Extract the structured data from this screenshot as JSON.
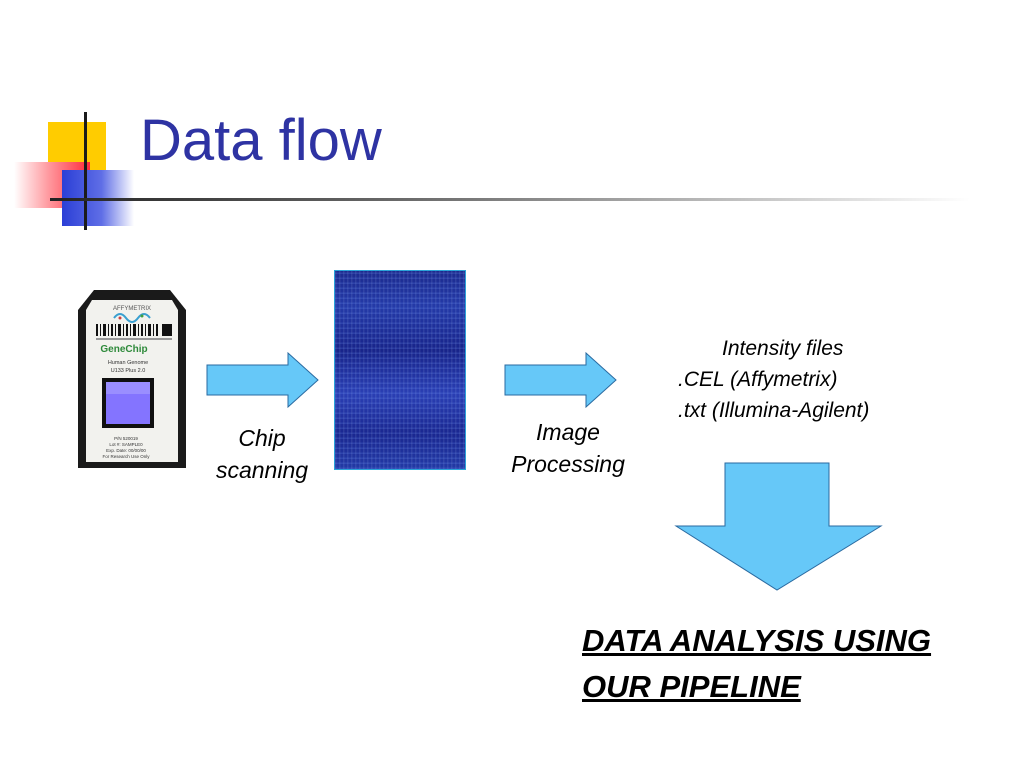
{
  "slide": {
    "title": "Data flow"
  },
  "chip": {
    "brand": "AFFYMETRIX",
    "product": "GeneChip",
    "array_lines": [
      "Human Genome",
      "U133 Plus 2.0"
    ],
    "info_lines": [
      "P/N  520019",
      "Lot #:  SAMPLE0",
      "Exp. Date: 00/00/00",
      "For Research Use Only"
    ]
  },
  "steps": {
    "scanning_label_line1": "Chip",
    "scanning_label_line2": "scanning",
    "processing_label_line1": "Image",
    "processing_label_line2": "Processing"
  },
  "intensity": {
    "heading": "Intensity files",
    "line1": ".CEL (Affymetrix)",
    "line2": ".txt (Illumina-Agilent)"
  },
  "final": {
    "line1": "DATA ANALYSIS USING",
    "line2": "OUR PIPELINE"
  },
  "colors": {
    "title": "#2e33a3",
    "arrow_fill": "#66c8f8",
    "arrow_stroke": "#2a6aa0",
    "scan_blue": "#1c2a8e"
  }
}
